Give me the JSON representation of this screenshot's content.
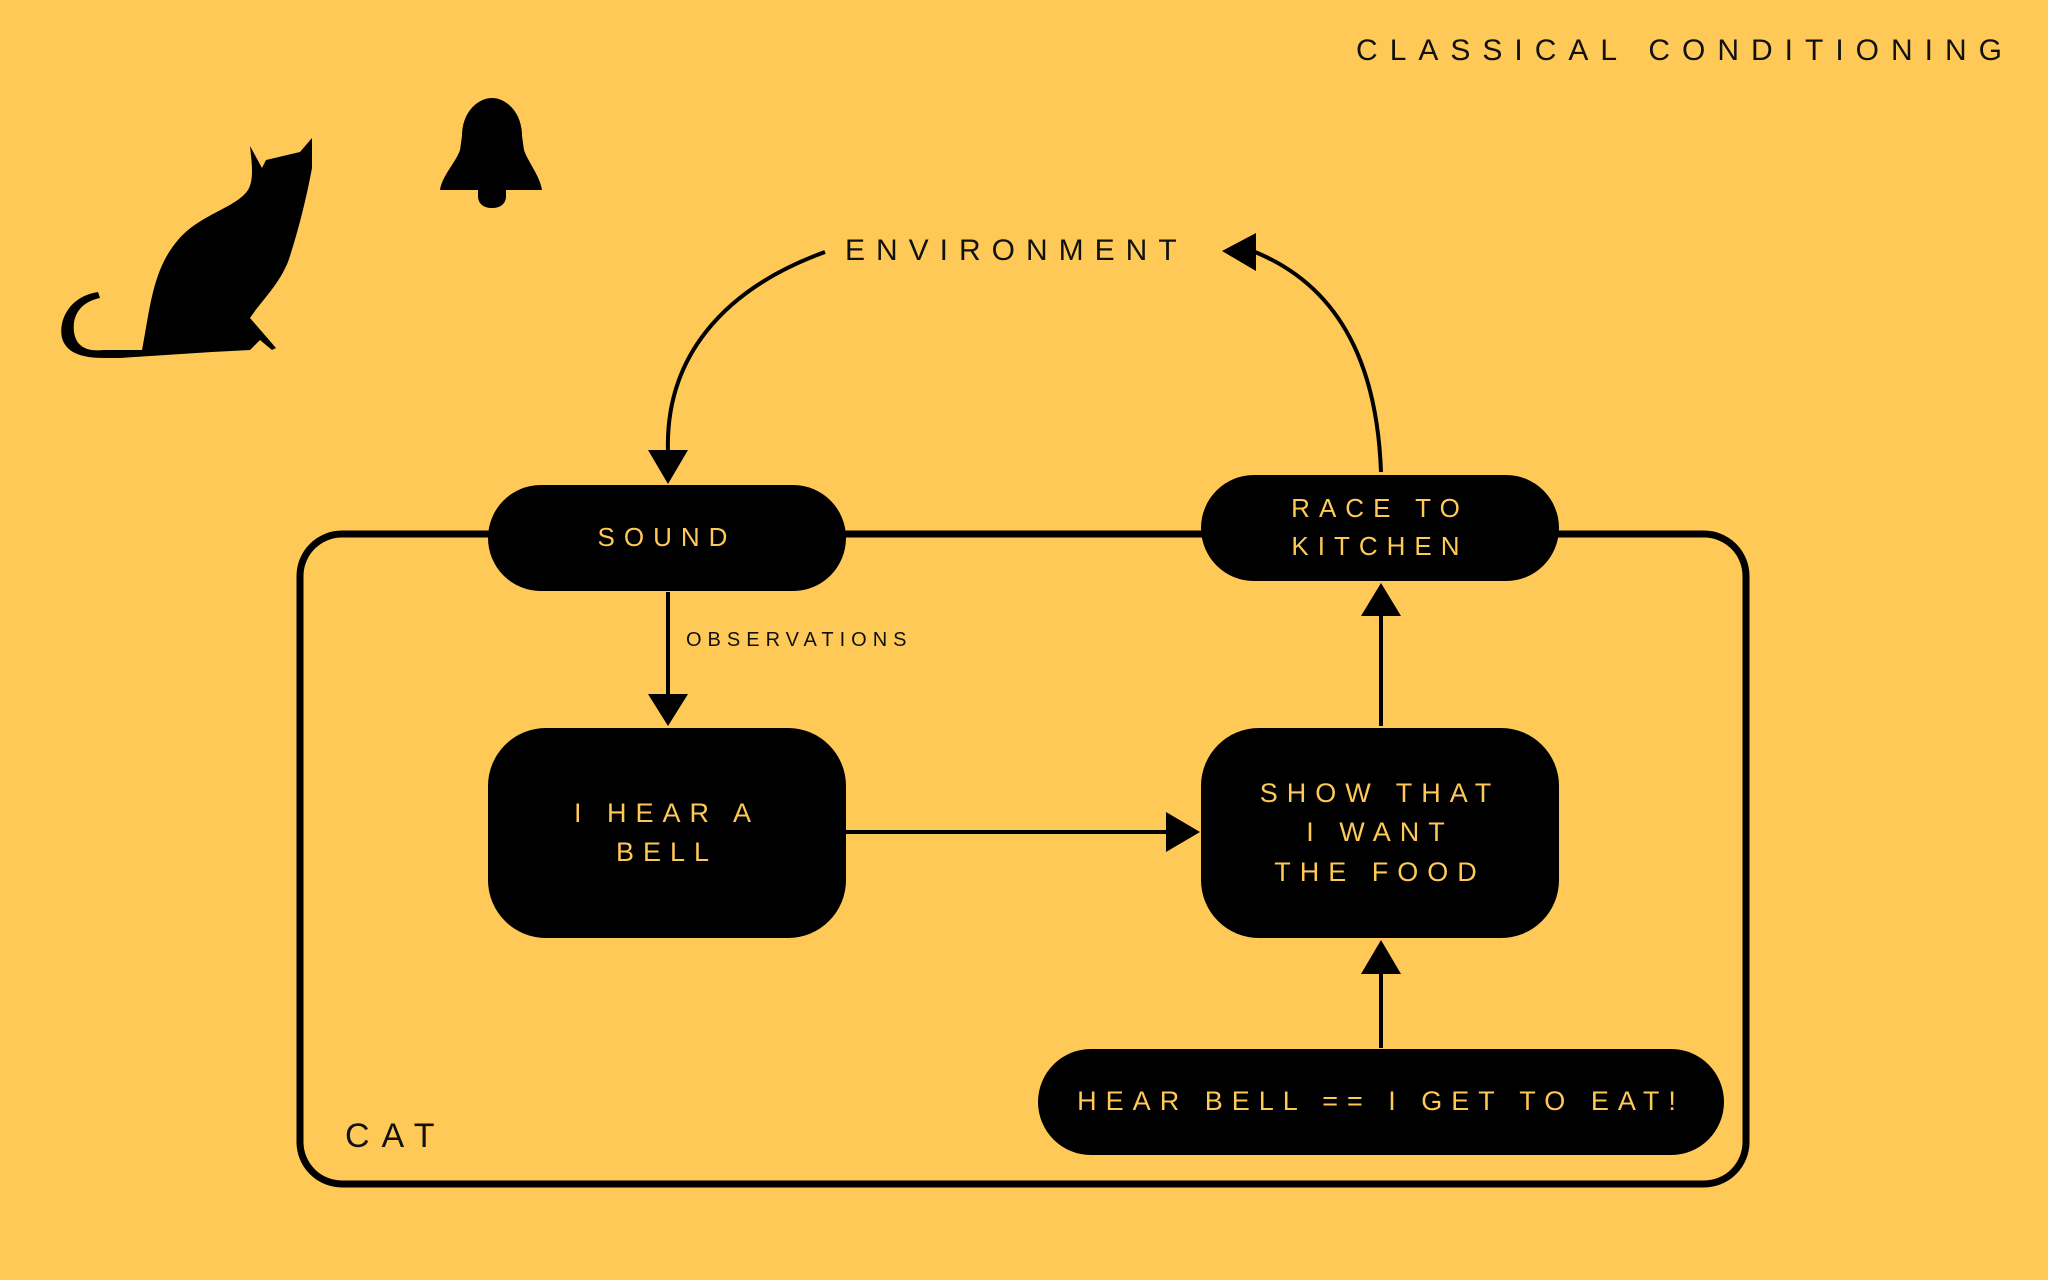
{
  "title": "CLASSICAL CONDITIONING",
  "environment_label": "ENVIRONMENT",
  "cat_label": "CAT",
  "edge_label": "OBSERVATIONS",
  "nodes": {
    "sound": "SOUND",
    "race": "RACE TO\nKITCHEN",
    "bell": "I HEAR A\nBELL",
    "show": "SHOW THAT\nI WANT\nTHE FOOD",
    "rule": "HEAR BELL == I GET TO EAT!"
  },
  "icons": [
    "cat-silhouette-icon",
    "bell-icon"
  ],
  "colors": {
    "background": "#ffc957",
    "node": "#000000",
    "node_text": "#ffc957",
    "stroke": "#000000"
  }
}
